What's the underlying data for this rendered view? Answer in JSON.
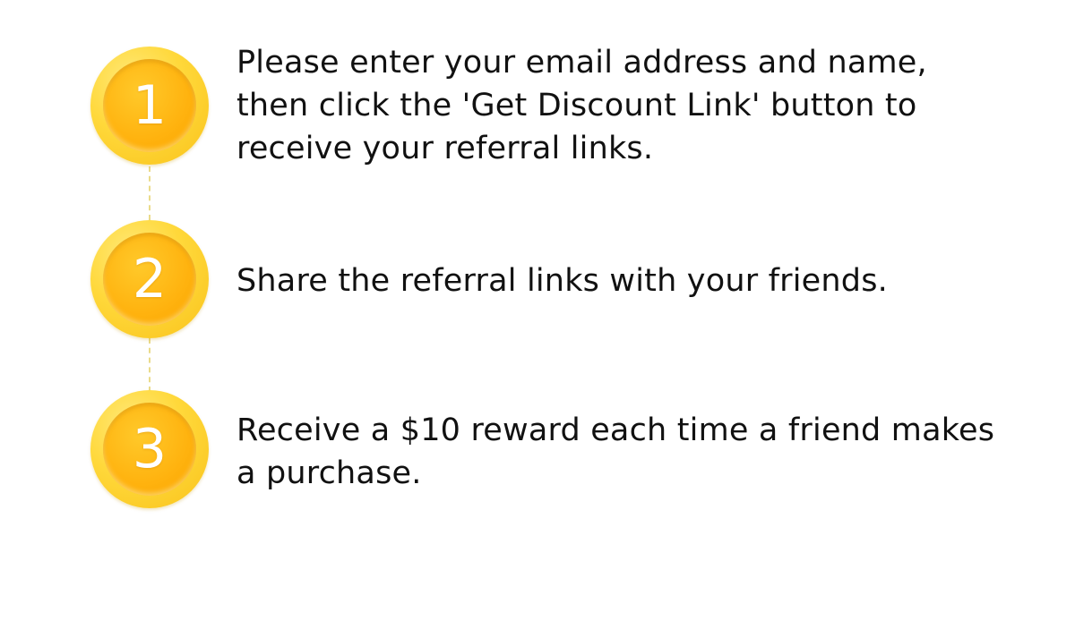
{
  "steps": [
    {
      "number": "1",
      "text": "Please enter your email address and name, then click the 'Get Discount Link' button to receive your referral links."
    },
    {
      "number": "2",
      "text": "Share the referral links with your friends."
    },
    {
      "number": "3",
      "text": "Receive a $10 reward each time a friend makes a purchase."
    }
  ],
  "colors": {
    "badge_outer": "#ffd83a",
    "badge_inner": "#ffb20e",
    "connector": "#eadb8a",
    "text": "#111111"
  }
}
